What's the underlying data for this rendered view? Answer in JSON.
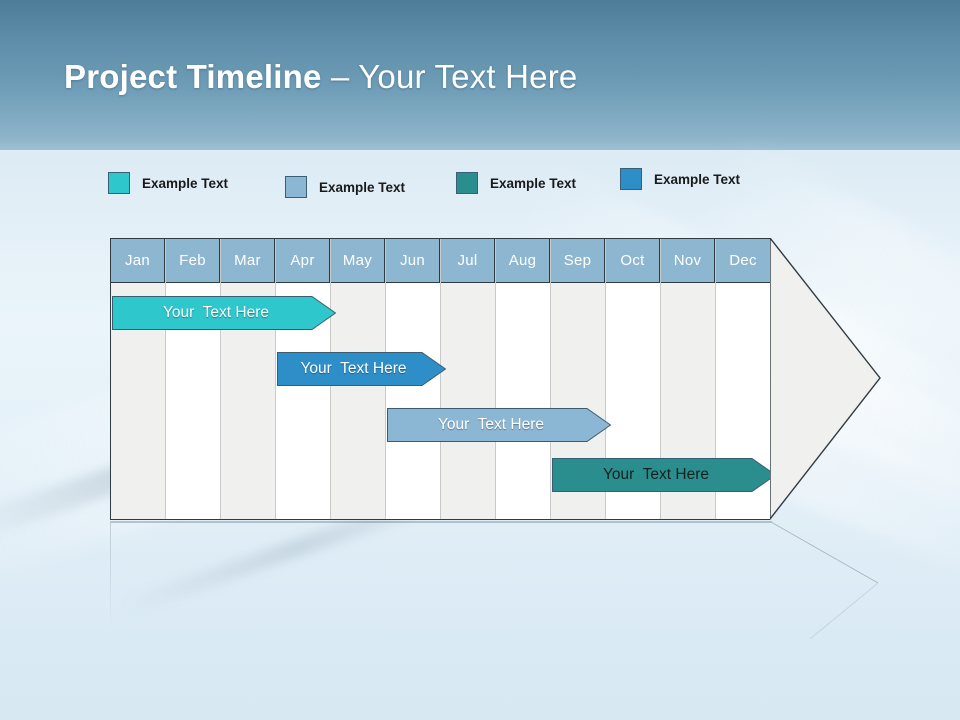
{
  "title": {
    "bold_part": "Project Timeline ",
    "rest_part": "– Your Text Here"
  },
  "legend": {
    "items": [
      {
        "label": "Example Text",
        "color": "#2ec7cc"
      },
      {
        "label": "Example Text",
        "color": "#8cb7d4"
      },
      {
        "label": "Example Text",
        "color": "#2b8e8e"
      },
      {
        "label": "Example Text",
        "color": "#2e8fc8"
      }
    ]
  },
  "chart_data": {
    "type": "bar",
    "title": "Project Timeline – Your Text Here",
    "xlabel": "",
    "ylabel": "",
    "categories": [
      "Jan",
      "Feb",
      "Mar",
      "Apr",
      "May",
      "Jun",
      "Jul",
      "Aug",
      "Sep",
      "Oct",
      "Nov",
      "Dec"
    ],
    "grid": true,
    "legend_position": "top-left",
    "series": [
      {
        "name": "Example Text",
        "label": "Your  Text Here",
        "start_month": "Jan",
        "end_month": "Apr",
        "start_index": 0,
        "span": 4,
        "row": 0,
        "color": "#2ec7cc",
        "text_color": "#ffffff"
      },
      {
        "name": "Example Text",
        "label": "Your  Text Here",
        "start_month": "Apr",
        "end_month": "Jun",
        "start_index": 3,
        "span": 3,
        "row": 1,
        "color": "#2e8fc8",
        "text_color": "#ffffff"
      },
      {
        "name": "Example Text",
        "label": "Your  Text Here",
        "start_month": "Jun",
        "end_month": "Sep",
        "start_index": 5,
        "span": 4,
        "row": 2,
        "color": "#8cb7d4",
        "text_color": "#ffffff"
      },
      {
        "name": "Example Text",
        "label": "Your  Text Here",
        "start_month": "Sep",
        "end_month": "Dec",
        "start_index": 8,
        "span": 4,
        "row": 3,
        "color": "#2b8e8e",
        "text_color": "#14211f"
      }
    ]
  },
  "colors": {
    "header_cell": "#8db6d0",
    "grid_shade": "#f0f0ee",
    "grid_plain": "#ffffff",
    "outline": "#2f3b43",
    "arrow_head_fill": "#f0f0ee"
  }
}
